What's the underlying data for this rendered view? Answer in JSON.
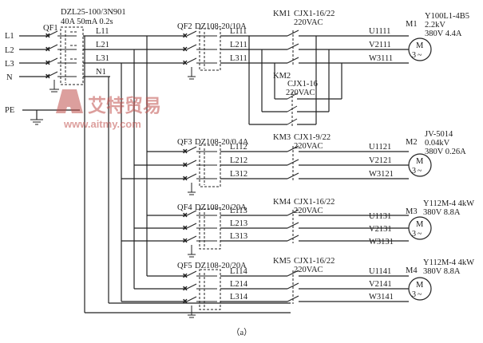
{
  "colors": {
    "wire": "#222222",
    "watermark": "#c0504d"
  },
  "supply": {
    "l1": "L1",
    "l2": "L2",
    "l3": "L3",
    "n": "N",
    "pe": "PE"
  },
  "qf1": {
    "label": "QF1",
    "model": "DZL25-100/3N901",
    "rating": "40A 50mA 0.2s",
    "out": [
      "L11",
      "L21",
      "L31",
      "N1"
    ]
  },
  "branches": [
    {
      "qf": "QF2",
      "qf_model": "DZ108-20/10A",
      "lines": [
        "L111",
        "L211",
        "L311"
      ],
      "km": "KM1",
      "km_model": "CJX1-16/22",
      "km_volt": "220VAC",
      "terms": [
        "U1111",
        "V2111",
        "W3111"
      ],
      "motor": "M1",
      "motor_model": "Y100L1-4B5",
      "motor_l2": "2.2kV",
      "motor_l3": "380V 4.4A"
    },
    {
      "qf": "QF3",
      "qf_model": "DZ108-20/0.4A",
      "lines": [
        "L112",
        "L212",
        "L312"
      ],
      "km": "KM3",
      "km_model": "CJX1-9/22",
      "km_volt": "220VAC",
      "terms": [
        "U1121",
        "V2121",
        "W3121"
      ],
      "motor": "M2",
      "motor_model": "JV-5014",
      "motor_l2": "0.04kV",
      "motor_l3": "380V 0.26A"
    },
    {
      "qf": "QF4",
      "qf_model": "DZ108-20/20A",
      "lines": [
        "L113",
        "L213",
        "L313"
      ],
      "km": "KM4",
      "km_model": "CJX1-16/22",
      "km_volt": "220VAC",
      "terms": [
        "U1131",
        "V2131",
        "W3131"
      ],
      "motor": "M3",
      "motor_model": "Y112M-4 4kW",
      "motor_l2": "380V 8.8A",
      "motor_l3": ""
    },
    {
      "qf": "QF5",
      "qf_model": "DZ108-20/20A",
      "lines": [
        "L114",
        "L214",
        "L314"
      ],
      "km": "KM5",
      "km_model": "CJX1-16/22",
      "km_volt": "220VAC",
      "terms": [
        "U1141",
        "V2141",
        "W3141"
      ],
      "motor": "M4",
      "motor_model": "Y112M-4 4kW",
      "motor_l2": "380V 8.8A",
      "motor_l3": ""
    }
  ],
  "km2": {
    "label": "KM2",
    "model": "CJX1-16",
    "volt": "220VAC"
  },
  "motor_symbol": {
    "number": "3",
    "tilde": "~",
    "letter": "M"
  },
  "watermark": {
    "text": "艾特贸易",
    "url": "www.aitmy.com"
  },
  "caption": "（a）"
}
